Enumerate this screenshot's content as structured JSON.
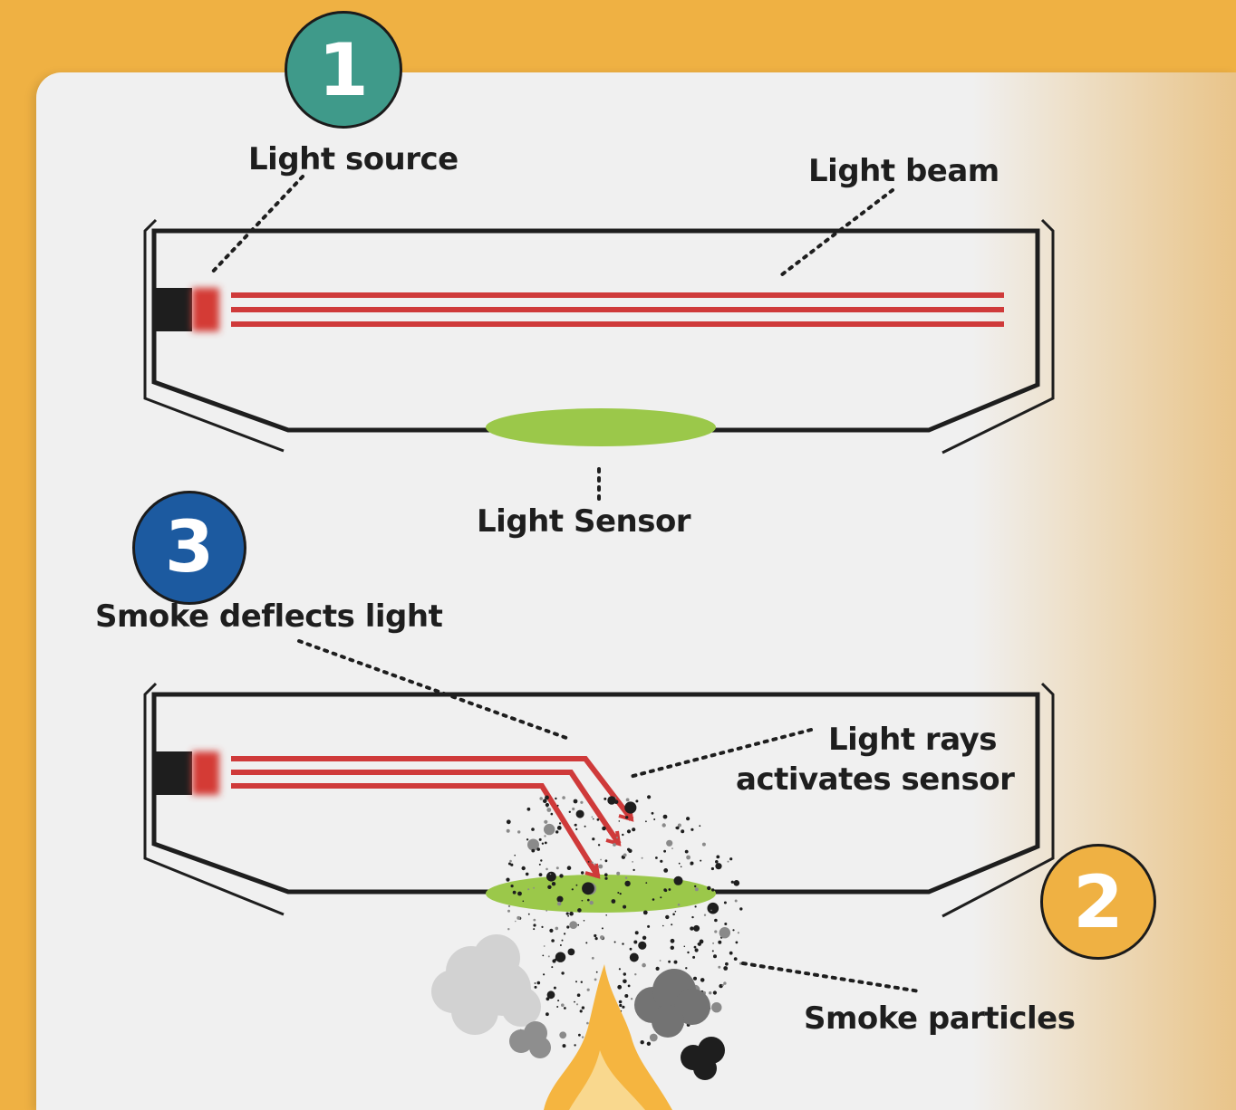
{
  "colors": {
    "background_orange": "#efb143",
    "panel": "#f0f0f0",
    "beam_red": "#cf3a3a",
    "sensor_green": "#9bc84a",
    "badge1": "#3f9a8a",
    "badge2": "#efb143",
    "badge3": "#1c5aa0",
    "flame": "#f5b540"
  },
  "badges": {
    "one": "1",
    "two": "2",
    "three": "3"
  },
  "labels": {
    "light_source": "Light source",
    "light_beam": "Light beam",
    "light_sensor": "Light Sensor",
    "smoke_deflects": "Smoke deflects light",
    "light_rays_line1": "Light rays",
    "light_rays_line2": "activates sensor",
    "smoke_particles": "Smoke particles"
  }
}
